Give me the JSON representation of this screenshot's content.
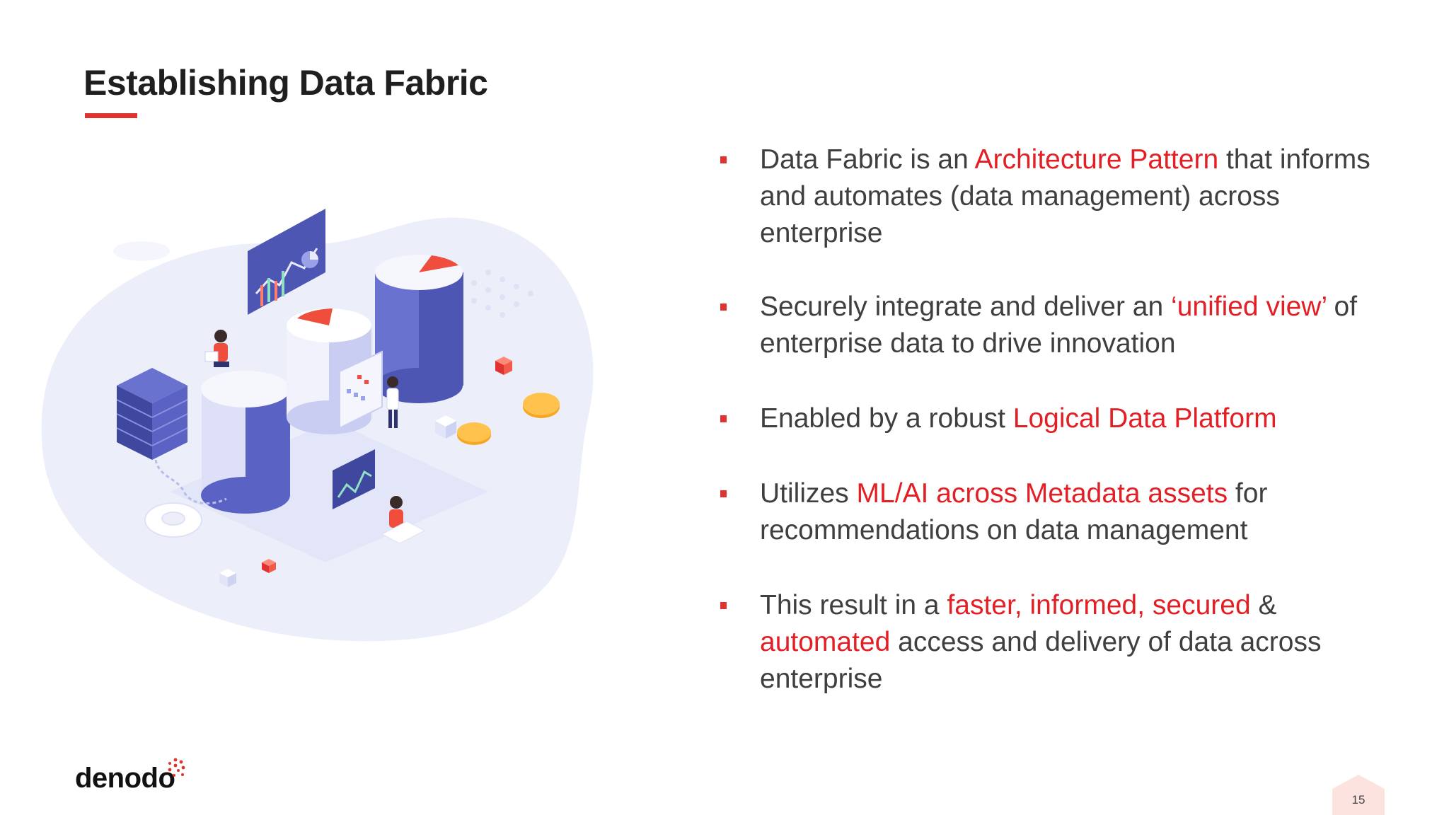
{
  "slide": {
    "title": "Establishing Data Fabric",
    "page_number": "15",
    "logo_text": "denodo"
  },
  "bullets": [
    {
      "parts": [
        {
          "text": "Data Fabric is an ",
          "highlight": false
        },
        {
          "text": "Architecture Pattern",
          "highlight": true
        },
        {
          "text": " that informs and automates (data management) across enterprise",
          "highlight": false
        }
      ]
    },
    {
      "parts": [
        {
          "text": "Securely integrate and deliver an ",
          "highlight": false
        },
        {
          "text": "‘unified view’",
          "highlight": true
        },
        {
          "text": " of enterprise data to drive innovation",
          "highlight": false
        }
      ]
    },
    {
      "parts": [
        {
          "text": "Enabled by a robust ",
          "highlight": false
        },
        {
          "text": "Logical Data Platform",
          "highlight": true
        }
      ]
    },
    {
      "parts": [
        {
          "text": "Utilizes ",
          "highlight": false
        },
        {
          "text": "ML/AI across Metadata assets",
          "highlight": true
        },
        {
          "text": " for recommendations on data management",
          "highlight": false
        }
      ]
    },
    {
      "parts": [
        {
          "text": "This result in a ",
          "highlight": false
        },
        {
          "text": "faster, informed, secured",
          "highlight": true
        },
        {
          "text": " & ",
          "highlight": false
        },
        {
          "text": "automated",
          "highlight": true
        },
        {
          "text": " access and delivery of data across enterprise",
          "highlight": false
        }
      ]
    }
  ],
  "colors": {
    "accent": "#e0322f",
    "highlight_text": "#e31f26",
    "body_text": "#3f3f3f",
    "title_text": "#1f1f1f",
    "illustration_blob": "#eceefa",
    "illustration_blue": "#5a63c4",
    "page_badge": "#fde3df"
  },
  "icons": {
    "bullet_marker": "red-square",
    "illustration": "isometric-data-platform-illustration",
    "logo_mark": "dot-grid-logo-icon"
  }
}
